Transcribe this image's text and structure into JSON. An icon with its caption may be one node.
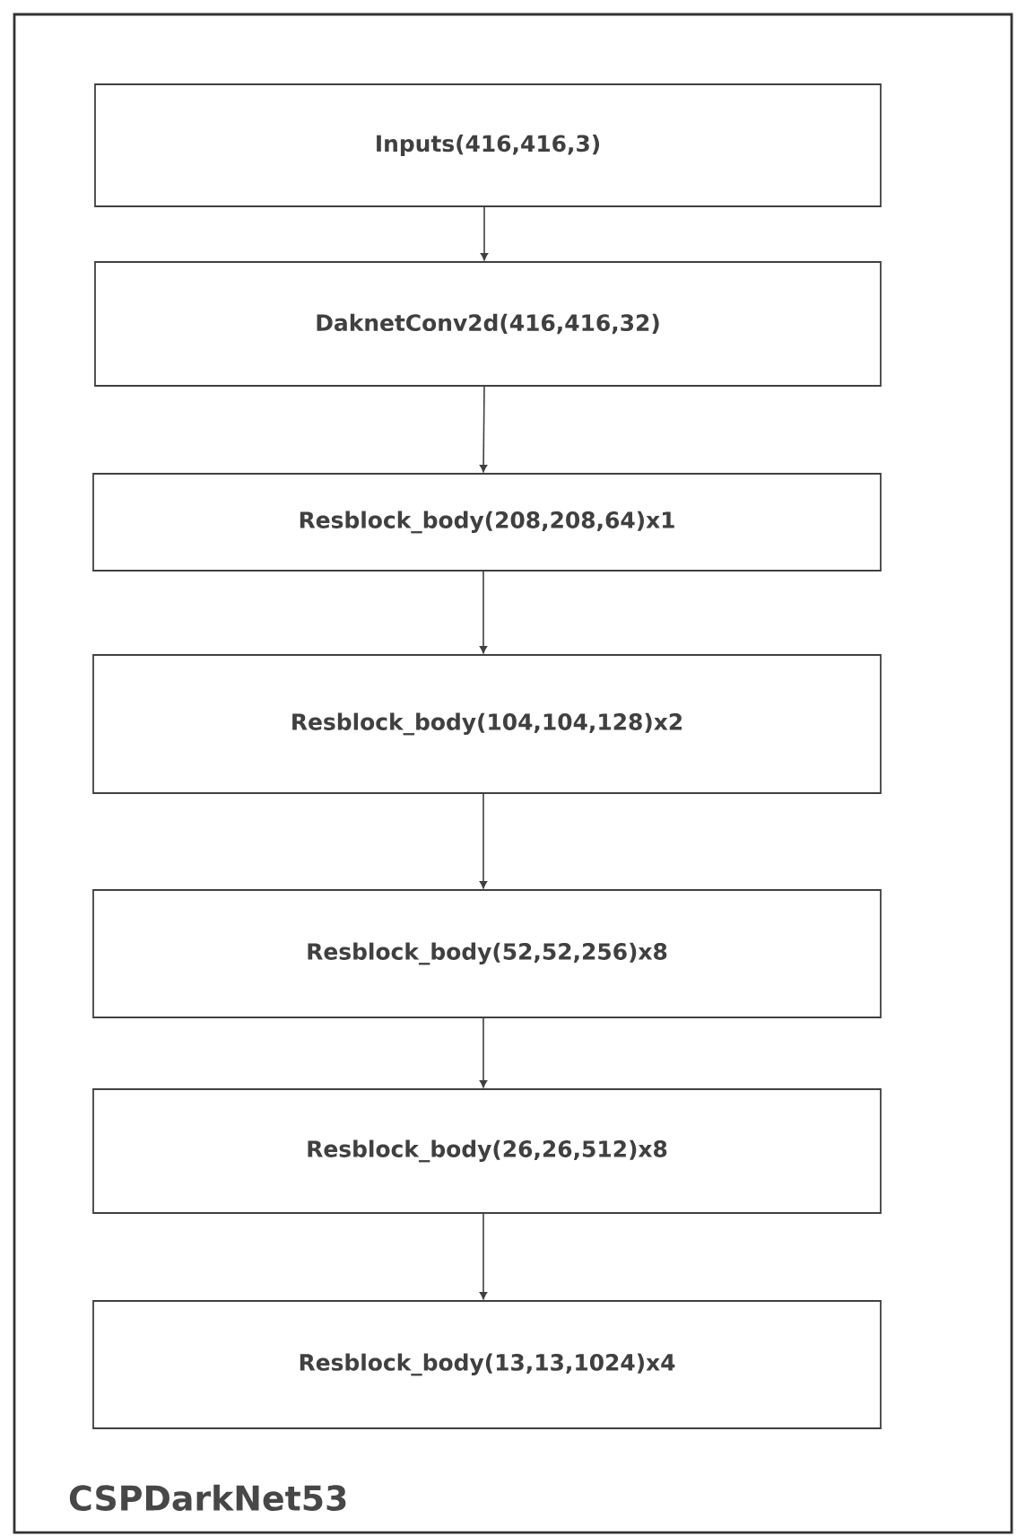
{
  "diagram": {
    "nodes": [
      {
        "text": [
          "CSPDarkNet53"
        ]
      },
      {
        "text": [
          "Inputs(416,416,3)"
        ],
        "in": 0
      },
      {
        "text": [
          "DaknetConv2d(416,416,32)"
        ],
        "in": 0
      },
      {
        "text": [
          "Resblock_body(208,208,64)x1"
        ],
        "in": 0
      },
      {
        "text": [
          "Resblock_body(104,104,128)x2"
        ],
        "in": 0
      },
      {
        "text": [
          "Resblock_body(52,52,256)x8"
        ],
        "in": 0
      },
      {
        "text": [
          "Resblock_body(26,26,512)x8"
        ],
        "in": 0
      },
      {
        "text": [
          "Resblock_body(13,13,1024)x4"
        ],
        "in": 0
      }
    ],
    "edges": [
      {
        "from": 1,
        "to": 2,
        "arrow": "to"
      },
      {
        "from": 2,
        "to": 3,
        "arrow": "to"
      },
      {
        "from": 3,
        "to": 4,
        "arrow": "to"
      },
      {
        "from": 4,
        "to": 5,
        "arrow": "to"
      },
      {
        "from": 5,
        "to": 6,
        "arrow": "to"
      },
      {
        "from": 6,
        "to": 7,
        "arrow": "to"
      }
    ]
  }
}
